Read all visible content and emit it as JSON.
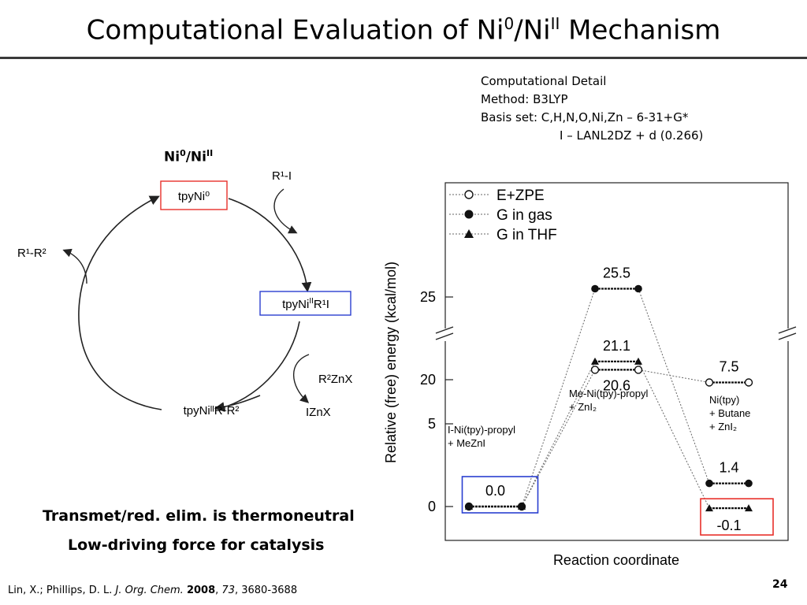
{
  "slide": {
    "title_main": "Computational Evaluation of Ni",
    "title_sup1": "0",
    "title_sep": "/Ni",
    "title_sup2": "II",
    "title_end": " Mechanism",
    "page_number": "24"
  },
  "computational_detail": {
    "heading": "Computational Detail",
    "method": "Method: B3LYP",
    "basis_set_1": "Basis set: C,H,N,O,Ni,Zn – 6-31+G*",
    "basis_set_2": "I – LANL2DZ + d (0.266)"
  },
  "cycle": {
    "heading_a": "Ni",
    "heading_sup1": "0",
    "heading_b": "/Ni",
    "heading_sup2": "II",
    "species_top": "tpyNi⁰",
    "species_right_a": "tpyNi",
    "species_right_sup": "II",
    "species_right_b": "R¹I",
    "species_bottom": "tpyNiᴵᴵR¹R²",
    "reagent_in_1": "R¹-I",
    "product_out_1": "R¹-R²",
    "reagent_in_2": "R²ZnX",
    "product_out_2": "IZnX",
    "highlight_top_color": "#e8302a",
    "highlight_right_color": "#2a3fd0"
  },
  "conclusions": {
    "line1": "Transmet/red. elim. is thermoneutral",
    "line2": "Low-driving force for catalysis"
  },
  "citation": {
    "authors": "Lin, X.; Phillips, D. L. ",
    "journal": "J. Org. Chem.",
    "year": "2008",
    "volume": "73",
    "pages": ", 3680-3688"
  },
  "chart_data": {
    "type": "line",
    "ylabel": "Relative (free) energy (kcal/mol)",
    "xlabel": "Reaction coordinate",
    "y_axis_break": [
      7,
      19
    ],
    "y_ticks": [
      0,
      5,
      20,
      25
    ],
    "legend_position": "top-left",
    "states": [
      {
        "label_1": "I-Ni(tpy)-propyl",
        "label_2": "+ MeZnI"
      },
      {
        "label_1": "Me-Ni(tpy)-propyl",
        "label_2": "+ ZnI₂"
      },
      {
        "label_1": "Ni(tpy)",
        "label_2": "+ Butane",
        "label_3": "+ ZnI₂"
      }
    ],
    "series": [
      {
        "name": "E+ZPE",
        "marker": "open-circle",
        "values": [
          0.0,
          20.6,
          7.5
        ]
      },
      {
        "name": "G in gas",
        "marker": "filled-circle",
        "values": [
          0.0,
          25.5,
          1.4
        ]
      },
      {
        "name": "G in THF",
        "marker": "filled-triangle",
        "values": [
          0.0,
          21.1,
          -0.1
        ]
      }
    ],
    "value_labels": [
      {
        "text": "0.0",
        "state": 0,
        "value": 0.0,
        "boxed": "#2a3fd0"
      },
      {
        "text": "25.5",
        "state": 1,
        "value": 25.5
      },
      {
        "text": "21.1",
        "state": 1,
        "value": 21.1
      },
      {
        "text": "20.6",
        "state": 1,
        "value": 20.6
      },
      {
        "text": "7.5",
        "state": 2,
        "value": 7.5
      },
      {
        "text": "1.4",
        "state": 2,
        "value": 1.4
      },
      {
        "text": "-0.1",
        "state": 2,
        "value": -0.1,
        "boxed": "#e8302a"
      }
    ]
  }
}
